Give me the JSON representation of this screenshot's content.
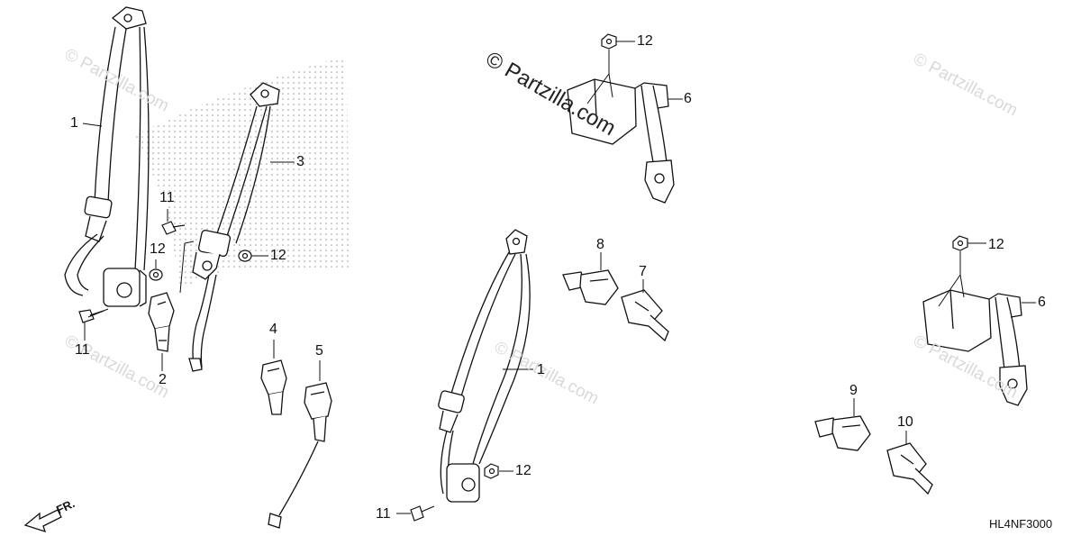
{
  "diagram_code": "HL4NF3000",
  "direction_label": "FR.",
  "watermark_text": "© Partzilla.com",
  "callouts": {
    "c1_left": "1",
    "c1_center": "1",
    "c2": "2",
    "c3": "3",
    "c4": "4",
    "c5": "5",
    "c6_top": "6",
    "c6_right": "6",
    "c7": "7",
    "c8": "8",
    "c9": "9",
    "c10": "10",
    "c11_a": "11",
    "c11_b": "11",
    "c11_c": "11",
    "c12_a": "12",
    "c12_b": "12",
    "c12_c": "12",
    "c12_d": "12",
    "c12_e": "12"
  },
  "colors": {
    "line": "#111111",
    "watermark": "#d9d9d9",
    "shading": "#9a9a9a"
  }
}
